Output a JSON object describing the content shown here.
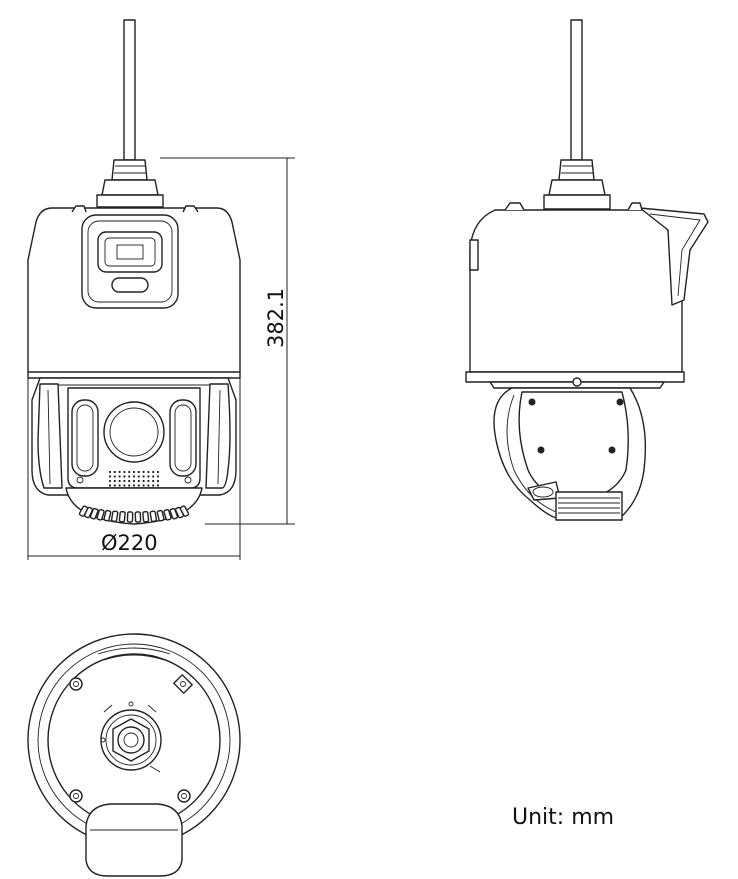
{
  "dimensions": {
    "height": "382.1",
    "diameter": "Ø220"
  },
  "unit_label": "Unit: mm",
  "views": {
    "front": "front-view",
    "side": "side-view",
    "bottom": "bottom-view"
  }
}
